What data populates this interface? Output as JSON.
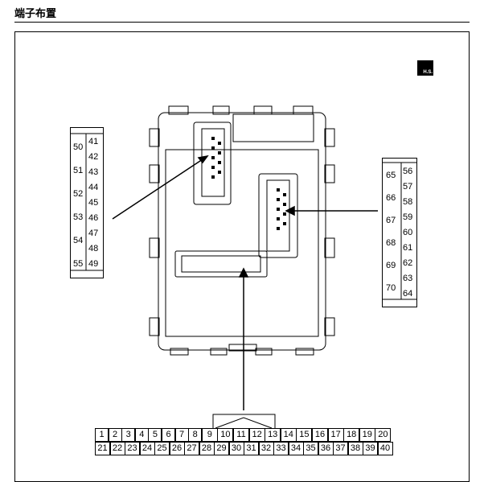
{
  "header": {
    "title": "端子布置"
  },
  "badge": {
    "text": "H.S.",
    "icon": "harness-side-icon"
  },
  "left_connector": {
    "odd_pins": [
      "50",
      "51",
      "52",
      "53",
      "54",
      "55"
    ],
    "even_pins": [
      "41",
      "42",
      "43",
      "44",
      "45",
      "46",
      "47",
      "48",
      "49"
    ]
  },
  "right_connector": {
    "odd_pins": [
      "65",
      "66",
      "67",
      "68",
      "69",
      "70"
    ],
    "even_pins": [
      "56",
      "57",
      "58",
      "59",
      "60",
      "61",
      "62",
      "63",
      "64"
    ]
  },
  "bottom_connector": {
    "row1": [
      "1",
      "2",
      "3",
      "4",
      "5",
      "6",
      "7",
      "8",
      "9",
      "10",
      "11",
      "12",
      "13",
      "14",
      "15",
      "16",
      "17",
      "18",
      "19",
      "20"
    ],
    "row2": [
      "21",
      "22",
      "23",
      "24",
      "25",
      "26",
      "27",
      "28",
      "29",
      "30",
      "31",
      "32",
      "33",
      "34",
      "35",
      "36",
      "37",
      "38",
      "39",
      "40"
    ]
  }
}
